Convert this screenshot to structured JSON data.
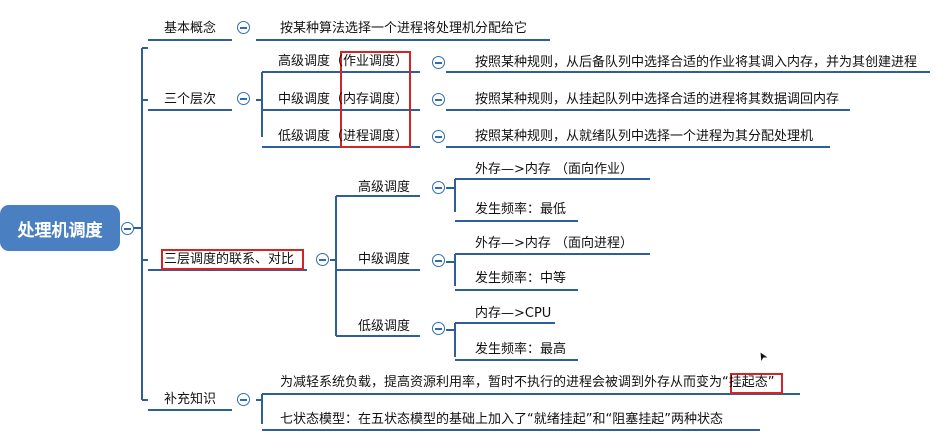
{
  "root": {
    "label": "处理机调度"
  },
  "concept": {
    "label": "基本概念",
    "detail": "按某种算法选择一个进程将处理机分配给它"
  },
  "levels": {
    "label": "三个层次",
    "items": [
      {
        "name": "高级调度",
        "alias": "（作业调度）",
        "detail": "按照某种规则，从后备队列中选择合适的作业将其调入内存，并为其创建进程"
      },
      {
        "name": "中级调度",
        "alias": "（内存调度）",
        "detail": "按照某种规则，从挂起队列中选择合适的进程将其数据调回内存"
      },
      {
        "name": "低级调度",
        "alias": "（进程调度）",
        "detail": "按照某种规则，从就绪队列中选择一个进程为其分配处理机"
      }
    ]
  },
  "compare": {
    "label": "三层调度的联系、对比",
    "items": [
      {
        "name": "高级调度",
        "move": "外存—>内存 （面向作业）",
        "freq": "发生频率：最低"
      },
      {
        "name": "中级调度",
        "move": "外存—>内存 （面向进程）",
        "freq": "发生频率：中等"
      },
      {
        "name": "低级调度",
        "move": "内存—>CPU",
        "freq": "发生频率：最高"
      }
    ]
  },
  "extra": {
    "label": "补充知识",
    "items": [
      {
        "text": "为减轻系统负载，提高资源利用率，暂时不执行的进程会被调到外存从而变为",
        "highlight": "“挂起态”"
      },
      {
        "text": "七状态模型：在五状态模型的基础上加入了“就绪挂起”和“阻塞挂起”两种状态"
      }
    ]
  },
  "colors": {
    "root_fill": "#4a7fc1",
    "line": "#2f5f9a",
    "highlight": "#d32525"
  }
}
